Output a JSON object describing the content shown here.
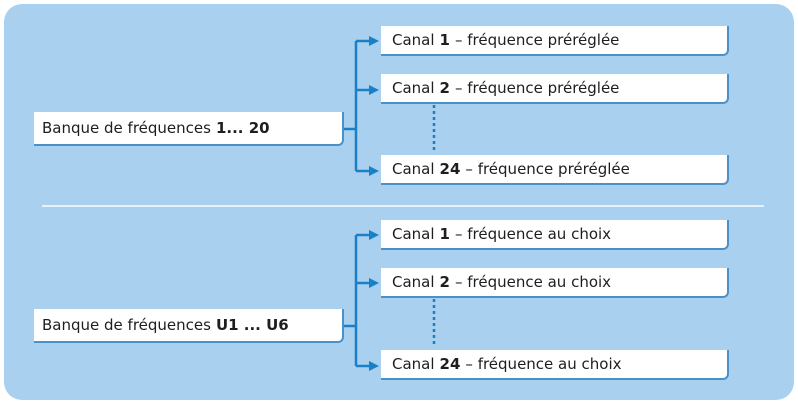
{
  "groups": [
    {
      "source": {
        "prefix": "Banque de fréquences",
        "range": "1... 20"
      },
      "channels": [
        {
          "label": "Canal",
          "num": "1",
          "desc": "– fréquence préréglée"
        },
        {
          "label": "Canal",
          "num": "2",
          "desc": "– fréquence préréglée"
        },
        {
          "label": "Canal",
          "num": "24",
          "desc": "– fréquence préréglée"
        }
      ]
    },
    {
      "source": {
        "prefix": "Banque de fréquences",
        "range": "U1 ... U6"
      },
      "channels": [
        {
          "label": "Canal",
          "num": "1",
          "desc": "– fréquence au choix"
        },
        {
          "label": "Canal",
          "num": "2",
          "desc": "– fréquence au choix"
        },
        {
          "label": "Canal",
          "num": "24",
          "desc": "– fréquence au choix"
        }
      ]
    }
  ],
  "colors": {
    "panel": "#a9d1ef",
    "connector": "#1a7fc6",
    "box_border": "#4a91c8"
  }
}
